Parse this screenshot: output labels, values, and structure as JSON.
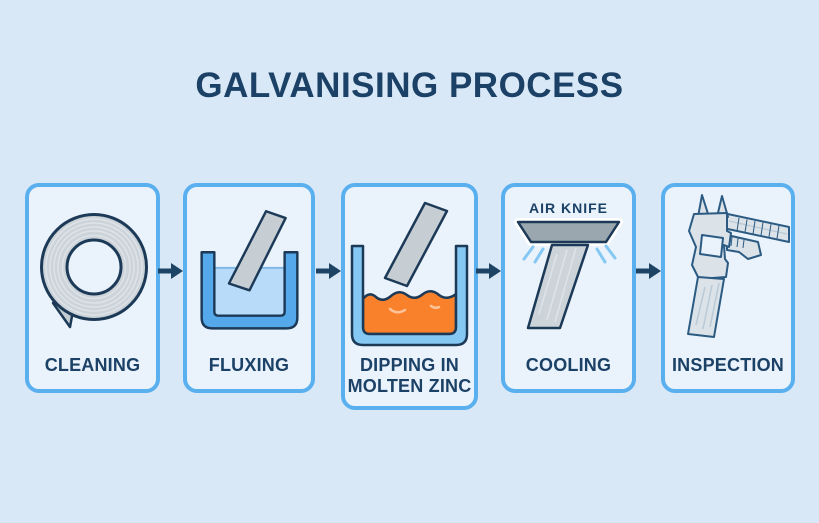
{
  "title": "GALVANISING PROCESS",
  "steps": [
    {
      "label": "CLEANING",
      "icon": "steel-coil-icon"
    },
    {
      "label": "FLUXING",
      "icon": "flux-tank-icon"
    },
    {
      "label": "DIPPING IN MOLTEN ZINC",
      "icon": "zinc-bath-icon"
    },
    {
      "label": "COOLING",
      "icon": "air-knife-icon",
      "annotation": "AIR KNIFE"
    },
    {
      "label": "INSPECTION",
      "icon": "caliper-icon"
    }
  ],
  "colors": {
    "background": "#d9e8f7",
    "card_background": "#eaf3fc",
    "card_border": "#5ab0ee",
    "heading_text": "#1c4166",
    "icon_outline": "#1c3a57",
    "arrow": "#1d4365",
    "steel_gray": "#cdd4d9",
    "flux_tank_blue": "#55a8e9",
    "flux_liquid_blue": "#b7dbf8",
    "dip_tank_blue": "#85c8f3",
    "molten_zinc_orange": "#f9812b",
    "zinc_highlight": "#fdc49b",
    "air_jet_blue": "#85c8f3",
    "air_knife_gray": "#9aa7af",
    "caliper_stroke": "#2b5a82"
  }
}
